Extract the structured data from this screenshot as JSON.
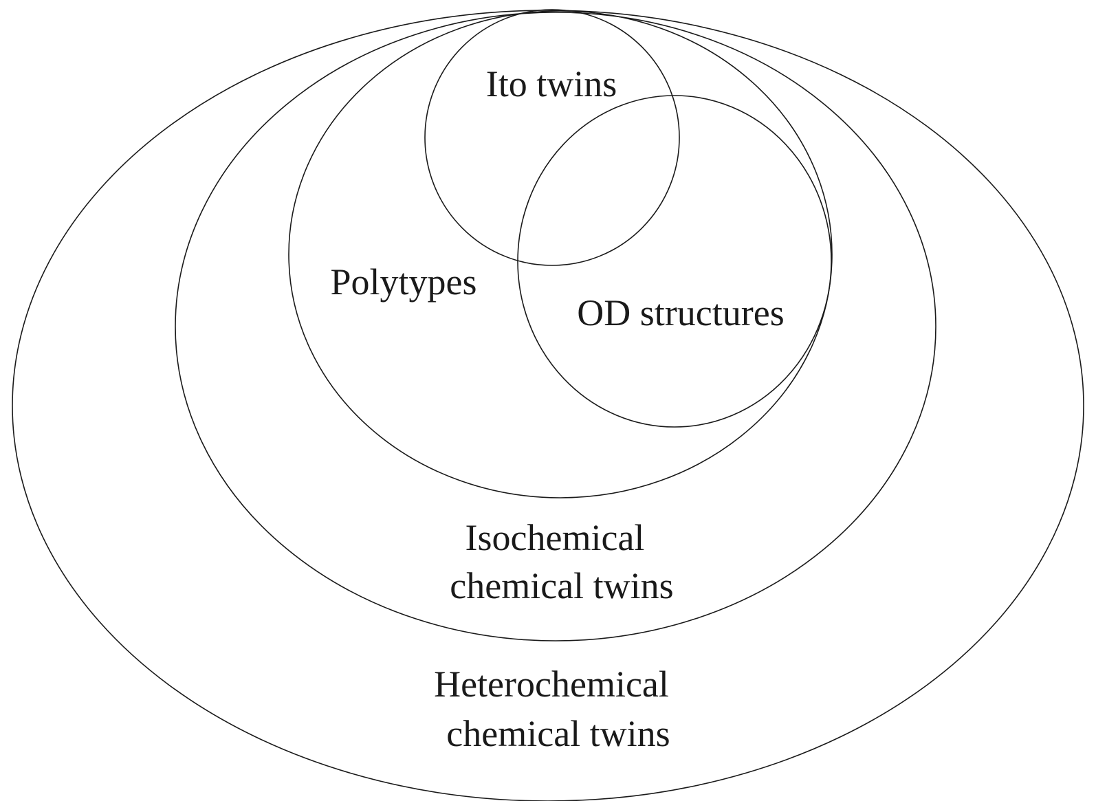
{
  "diagram": {
    "line_color": "#1a1a1a",
    "text_color": "#1a1a1a",
    "sets": {
      "heterochemical": {
        "label_line1": "Heterochemical",
        "label_line2": "chemical twins"
      },
      "isochemical": {
        "label_line1": "Isochemical",
        "label_line2": "chemical twins"
      },
      "polytypes": {
        "label": "Polytypes"
      },
      "ito_twins": {
        "label": "Ito twins"
      },
      "od_structures": {
        "label": "OD structures"
      }
    }
  }
}
